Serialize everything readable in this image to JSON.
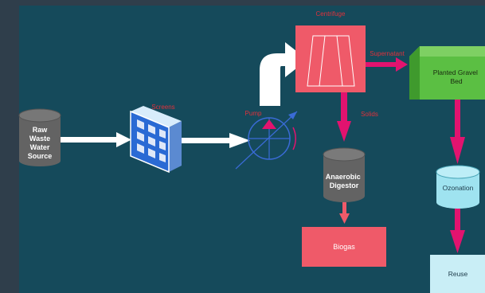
{
  "colors": {
    "outer_bg": "#2f3e4b",
    "canvas_bg": "#154a5b",
    "red_label": "#e0313b",
    "magenta_arrow": "#e2136f",
    "salmon": "#ef5a69",
    "gray_cylinder": "#636363",
    "green_box": "#5bbf43",
    "cyan": "#9fe3f0",
    "light_cyan": "#c9eef6"
  },
  "nodes": {
    "raw_source": "Raw Waste Water Source",
    "screens": "Screens",
    "pump": "Pump",
    "centrifuge": "Centrifuge",
    "supernatant": "Supernatant",
    "solids": "Solids",
    "planted_gravel_bed": "Planted Gravel Bed",
    "anaerobic_digestor": "Anaerobic Digestor",
    "biogas": "Biogas",
    "ozonation": "Ozonation",
    "reuse": "Reuse"
  },
  "icons": {
    "screens": "grid-screen-icon",
    "pump": "pump-symbol-icon",
    "centrifuge": "centrifuge-funnel-icon"
  }
}
